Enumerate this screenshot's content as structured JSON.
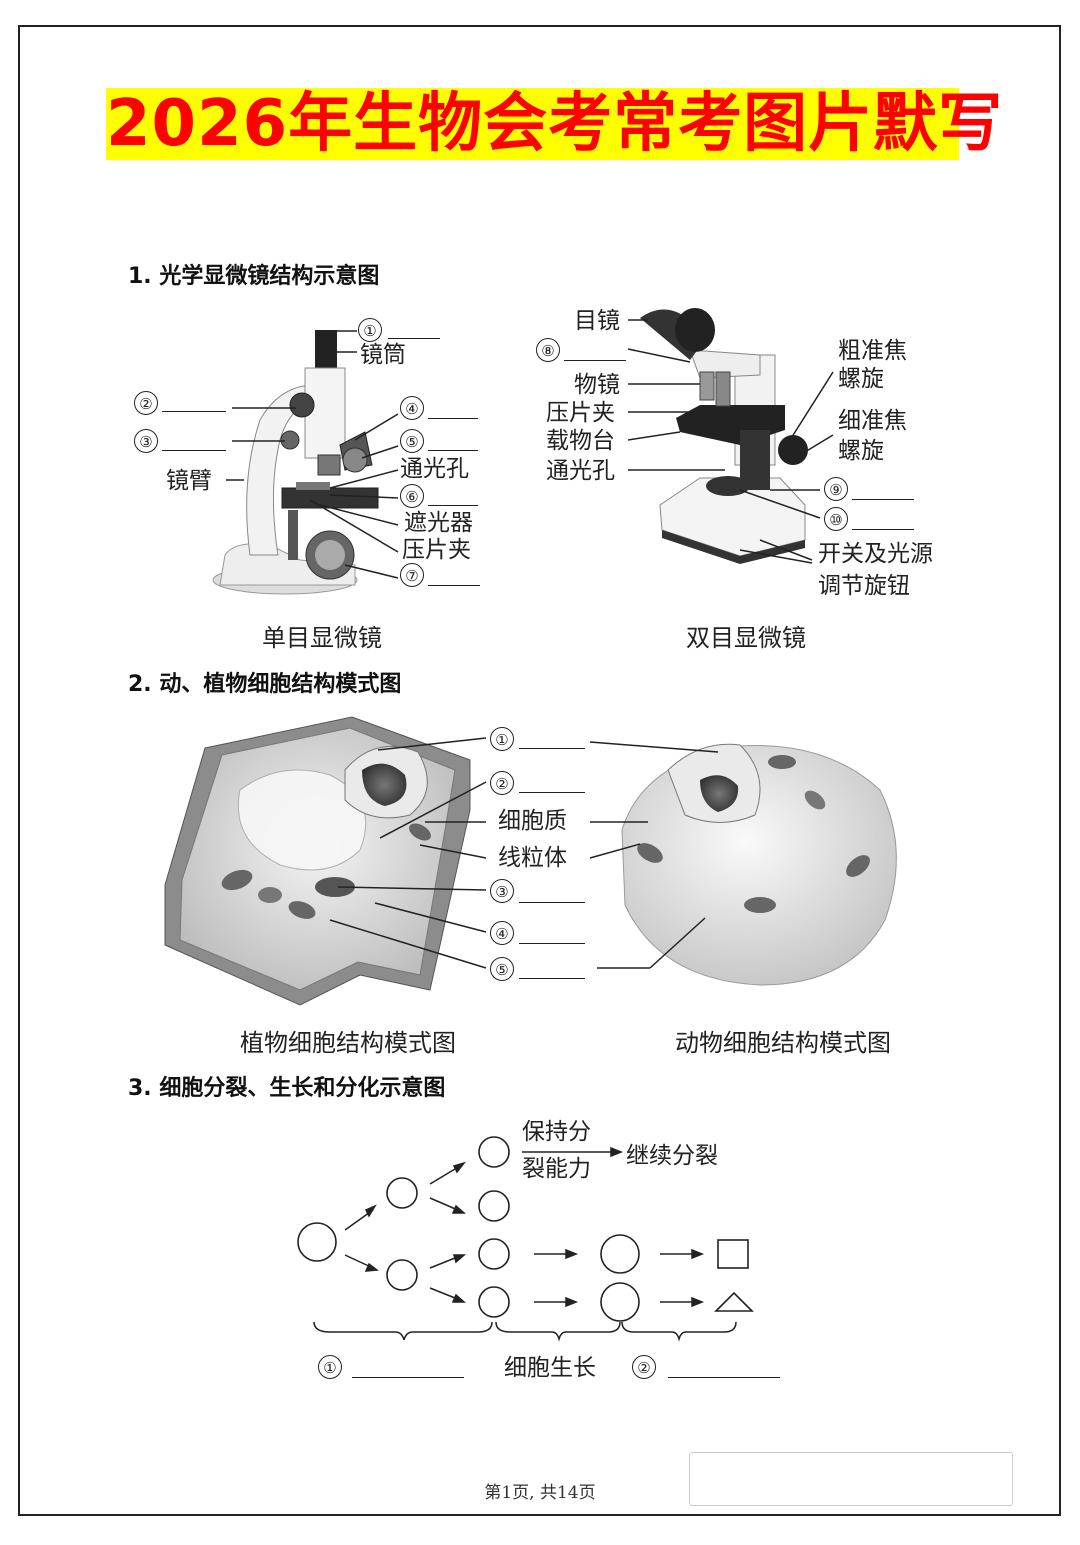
{
  "title": "2026年生物会考常考图片默写",
  "section1": {
    "heading": "1. 光学显微镜结构示意图",
    "mono": {
      "caption": "单目显微镜",
      "labels": {
        "tube": "镜筒",
        "arm": "镜臂",
        "aperture": "通光孔",
        "diaphragm": "遮光器",
        "clip": "压片夹"
      },
      "nums": [
        "①",
        "②",
        "③",
        "④",
        "⑤",
        "⑥",
        "⑦"
      ]
    },
    "bino": {
      "caption": "双目显微镜",
      "labels": {
        "eyepiece": "目镜",
        "objective": "物镜",
        "clip": "压片夹",
        "stage": "载物台",
        "aperture": "通光孔",
        "coarse1": "粗准焦",
        "coarse2": "螺旋",
        "fine1": "细准焦",
        "fine2": "螺旋",
        "switch1": "开关及光源",
        "switch2": "调节旋钮"
      },
      "nums": [
        "⑧",
        "⑨",
        "⑩"
      ]
    }
  },
  "section2": {
    "heading": "2. 动、植物细胞结构模式图",
    "plant_caption": "植物细胞结构模式图",
    "animal_caption": "动物细胞结构模式图",
    "labels": {
      "cytoplasm": "细胞质",
      "mito": "线粒体"
    },
    "nums": [
      "①",
      "②",
      "③",
      "④",
      "⑤"
    ]
  },
  "section3": {
    "heading": "3. 细胞分裂、生长和分化示意图",
    "keep1": "保持分",
    "keep2": "裂能力",
    "continue": "继续分裂",
    "growth": "细胞生长",
    "nums": [
      "①",
      "②"
    ]
  },
  "footer": "第1页, 共14页"
}
